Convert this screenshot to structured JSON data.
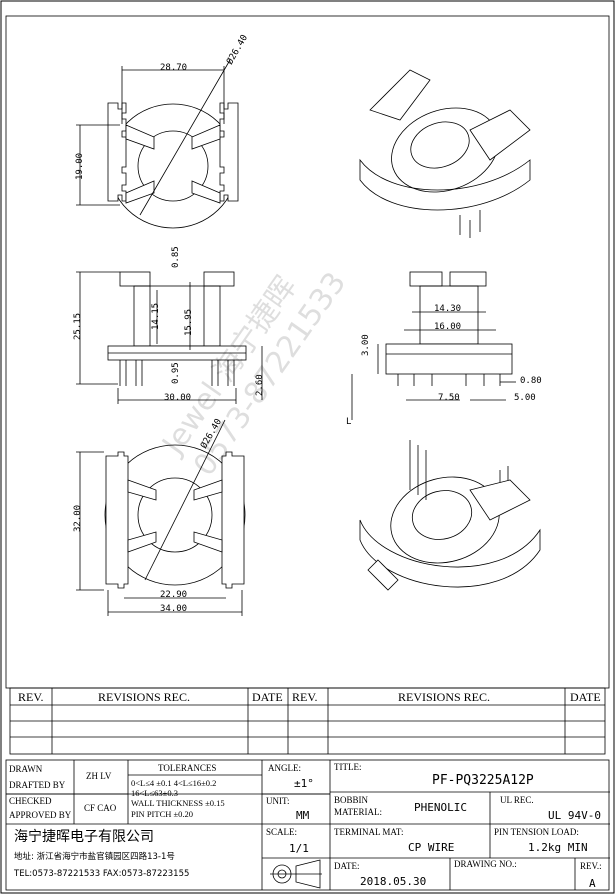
{
  "watermark": {
    "line1": "Jewel 海宁捷晖",
    "line2": "0573-87221533"
  },
  "dims": {
    "top_width": "28.70",
    "top_height": "19.00",
    "top_dia": "Ø26.40",
    "side_height": "25.15",
    "side_a": "14.15",
    "side_b": "15.95",
    "side_c": "0.85",
    "side_d": "0.95",
    "side_width": "30.00",
    "side_e": "2.60",
    "right_a": "14.30",
    "right_b": "16.00",
    "right_c": "3.00",
    "right_d": "7.50",
    "right_e": "5.00",
    "right_f": "0.80",
    "right_g": "L",
    "bottom_height": "32.00",
    "bottom_inner": "22.90",
    "bottom_width": "34.00",
    "bottom_dia": "Ø26.40"
  },
  "revisions": {
    "col_rev": "REV.",
    "col_rec": "REVISIONS  REC.",
    "col_date": "DATE"
  },
  "title_block": {
    "drawn_label": "DRAWN",
    "drafted_label": "DRAFTED BY",
    "drafted_value": "ZH LV",
    "checked_label": "CHECKED",
    "approved_label": "APPROVED BY",
    "approved_value": "CF CAO",
    "tolerances_label": "TOLERANCES",
    "tol_line1": "0<L≤4 ±0.1 4<L≤16±0.2",
    "tol_line2": "16<L≤63±0.3",
    "tol_line3": "WALL THICKNESS ±0.15",
    "tol_line4": "PIN PITCH ±0.20",
    "angle_label": "ANGLE:",
    "angle_value": "±1°",
    "unit_label": "UNIT:",
    "unit_value": "MM",
    "scale_label": "SCALE:",
    "scale_value": "1/1",
    "title_label": "TITLE:",
    "title_value": "PF-PQ3225A12P",
    "bobbin_label": "BOBBIN",
    "material_label": "MATERIAL:",
    "material_value": "PHENOLIC",
    "ul_label": "UL REC.",
    "ul_value": "UL 94V-0",
    "terminal_label": "TERMINAL MAT:",
    "terminal_value": "CP WIRE",
    "tension_label": "PIN TENSION LOAD:",
    "tension_value": "1.2kg MIN",
    "date_label": "DATE:",
    "date_value": "2018.05.30",
    "drawing_label": "DRAWING NO.:",
    "rev_label": "REV.:",
    "rev_value": "A",
    "company": "海宁捷晖电子有限公司",
    "address": "地址: 浙江省海宁市盐官镇园区四路13-1号",
    "contact": "TEL:0573-87221533 FAX:0573-87223155"
  }
}
